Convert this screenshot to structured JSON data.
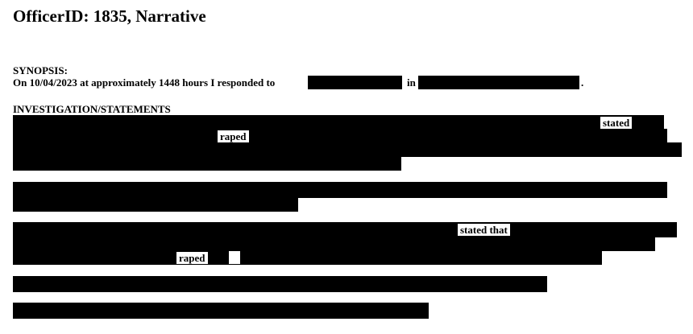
{
  "title": "OfficerID: 1835, Narrative",
  "synopsis": {
    "heading": "SYNOPSIS:",
    "line_start": "On 10/04/2023 at approximately 1448 hours I responded to",
    "line_in": "in",
    "line_end": "."
  },
  "investigation": {
    "heading": "INVESTIGATION/STATEMENTS",
    "word_stated": "stated",
    "word_raped_1": "raped",
    "word_stated_that": "stated that",
    "word_raped_2": "raped"
  },
  "colors": {
    "redaction": "#000000",
    "paper": "#ffffff"
  }
}
